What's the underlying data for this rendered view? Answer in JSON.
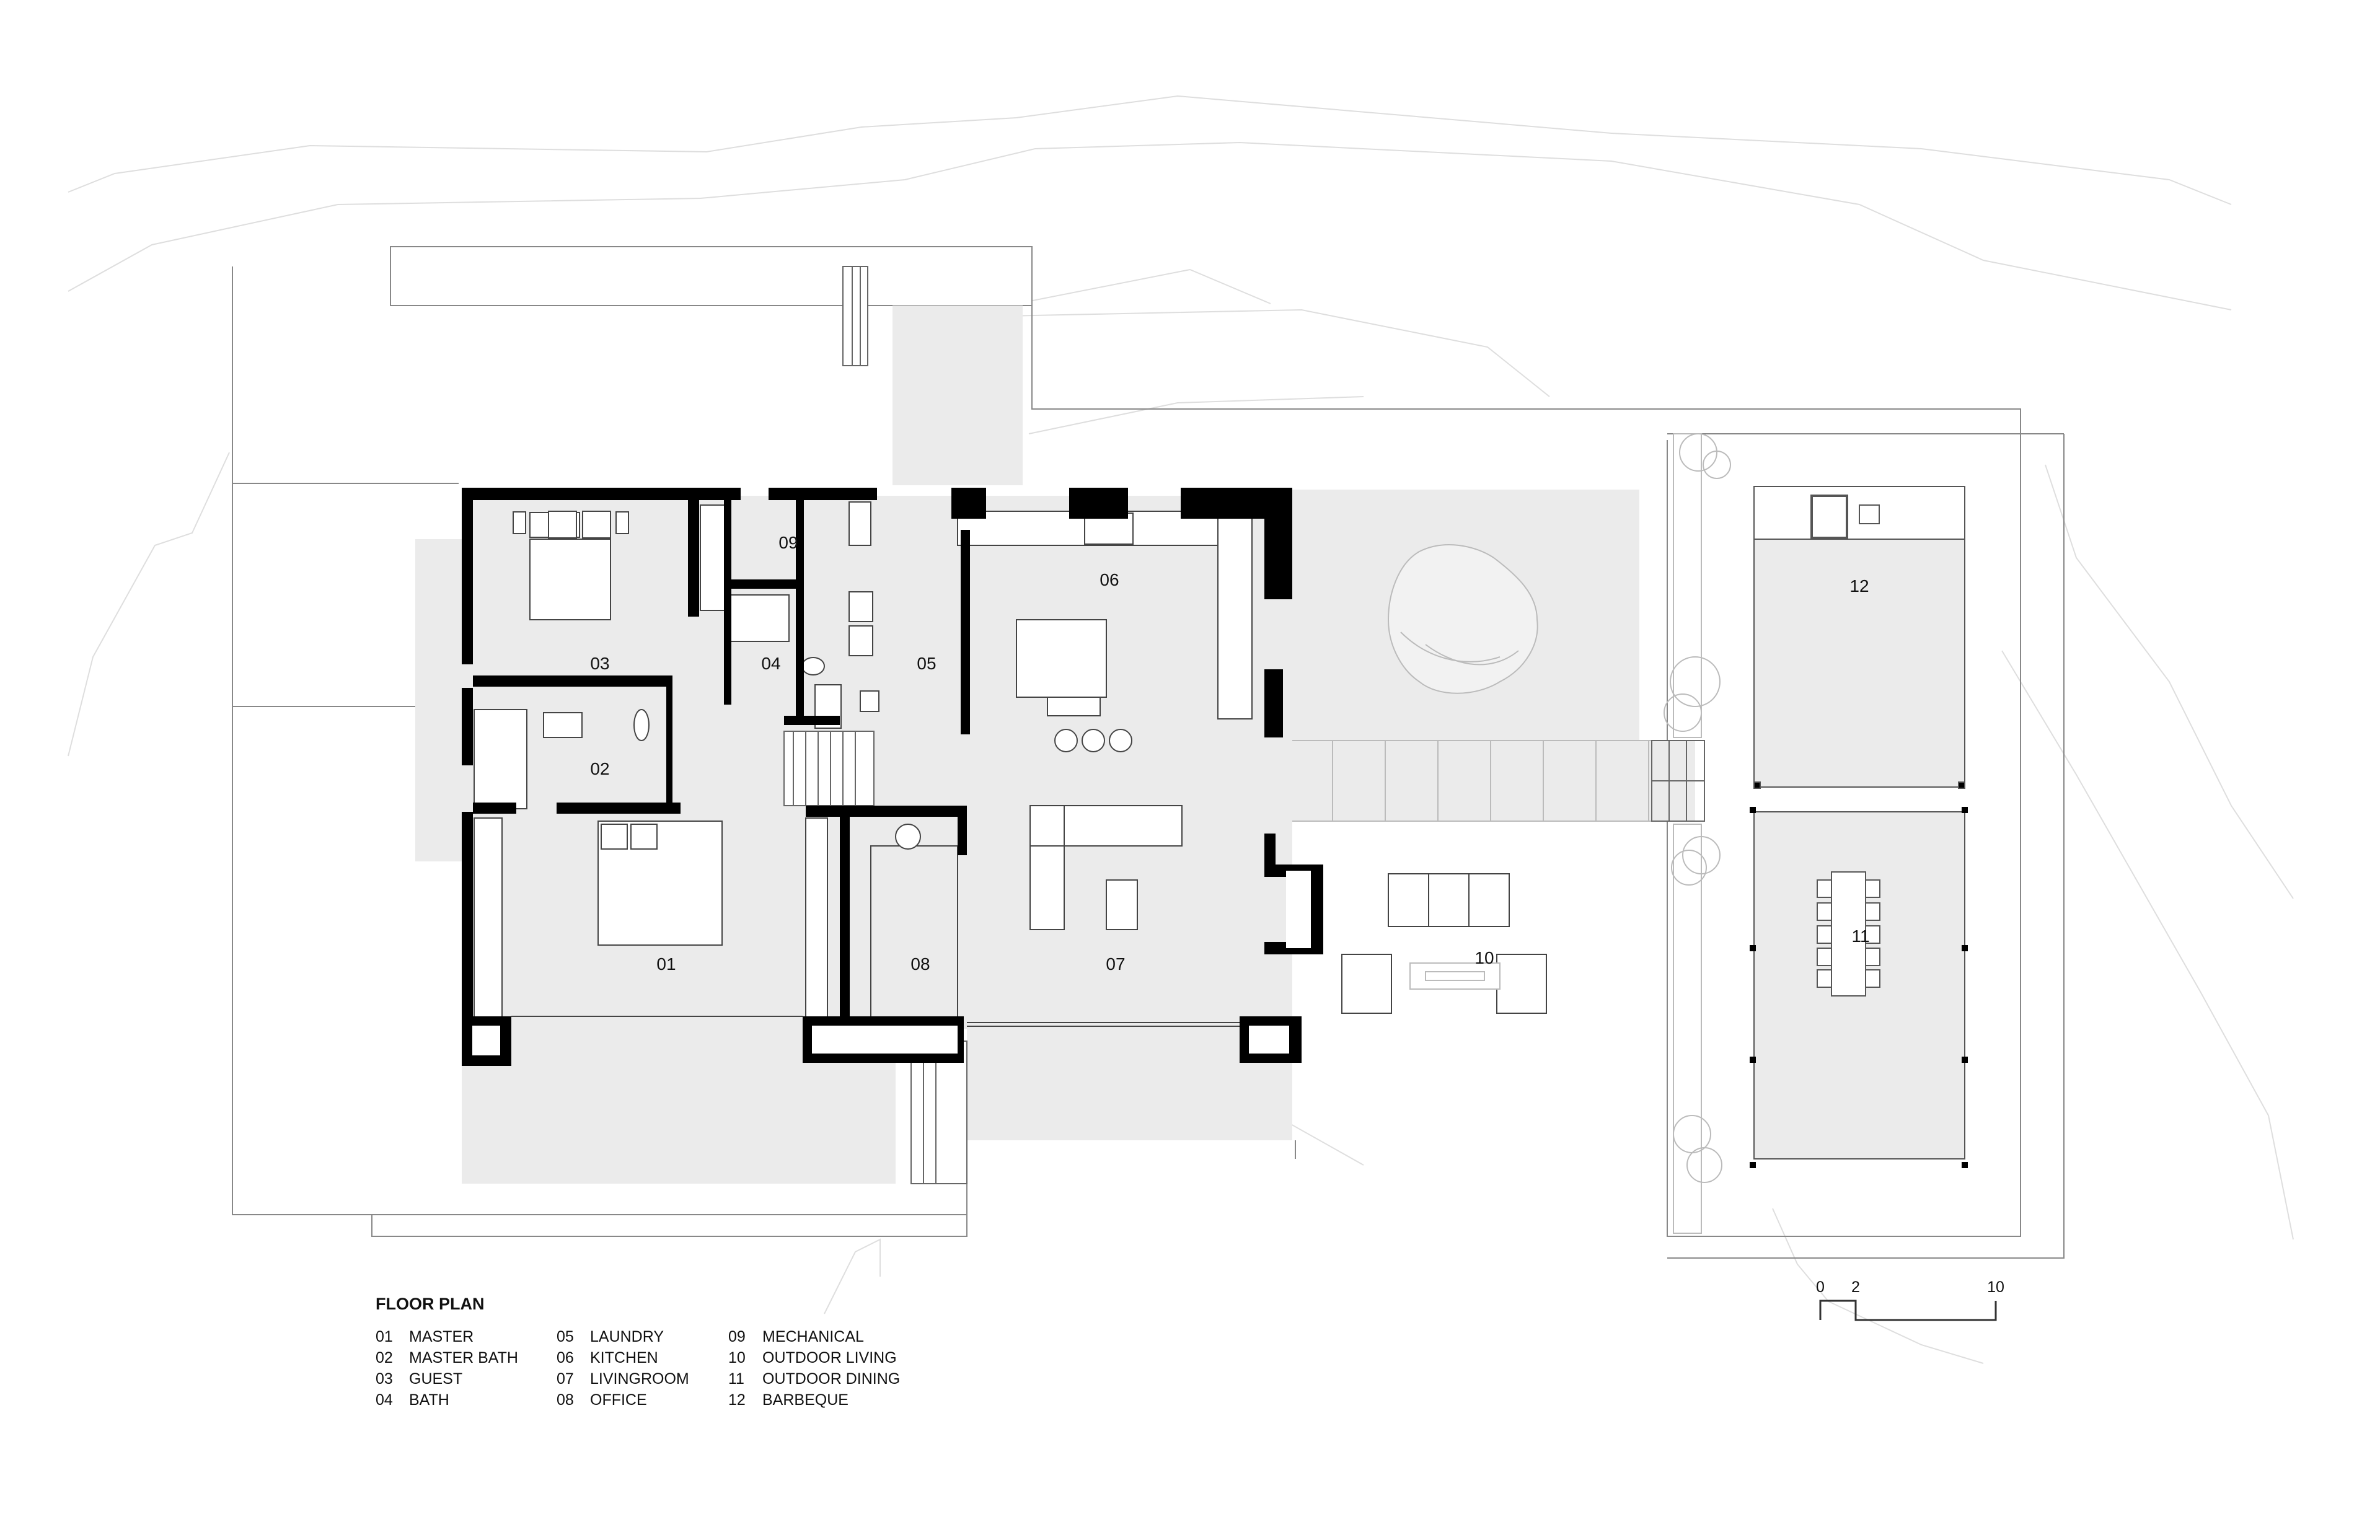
{
  "plan": {
    "title": "FLOOR PLAN",
    "colors": {
      "wall": "#000000",
      "floor_fill": "#ebebeb",
      "line": "#555555",
      "contour": "#dddddd",
      "plant": "#aaaaaa"
    },
    "rooms": [
      {
        "num": "01",
        "name": "MASTER"
      },
      {
        "num": "02",
        "name": "MASTER BATH"
      },
      {
        "num": "03",
        "name": "GUEST"
      },
      {
        "num": "04",
        "name": "BATH"
      },
      {
        "num": "05",
        "name": "LAUNDRY"
      },
      {
        "num": "06",
        "name": "KITCHEN"
      },
      {
        "num": "07",
        "name": "LIVINGROOM"
      },
      {
        "num": "08",
        "name": "OFFICE"
      },
      {
        "num": "09",
        "name": "MECHANICAL"
      },
      {
        "num": "10",
        "name": "OUTDOOR LIVING"
      },
      {
        "num": "11",
        "name": "OUTDOOR DINING"
      },
      {
        "num": "12",
        "name": "BARBEQUE"
      }
    ]
  },
  "scale_bar": {
    "labels": [
      "0",
      "2",
      "10"
    ]
  }
}
